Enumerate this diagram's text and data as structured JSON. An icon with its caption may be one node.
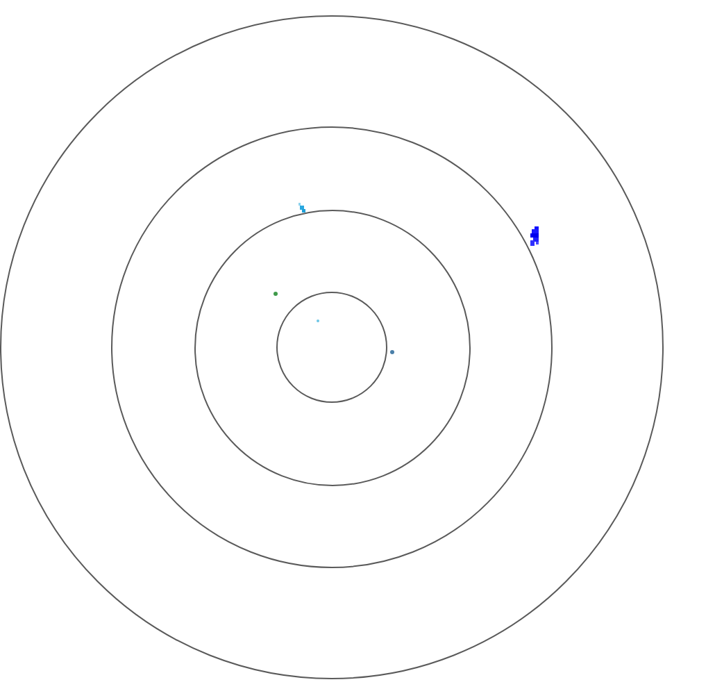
{
  "diagram": {
    "nodes": [
      {
        "text": [],
        "shape": "circle"
      },
      {
        "text": [],
        "shape": "circle",
        "in": 0
      },
      {
        "text": [],
        "shape": "circle",
        "in": 1
      },
      {
        "text": [],
        "shape": "circle",
        "in": 2
      }
    ]
  }
}
